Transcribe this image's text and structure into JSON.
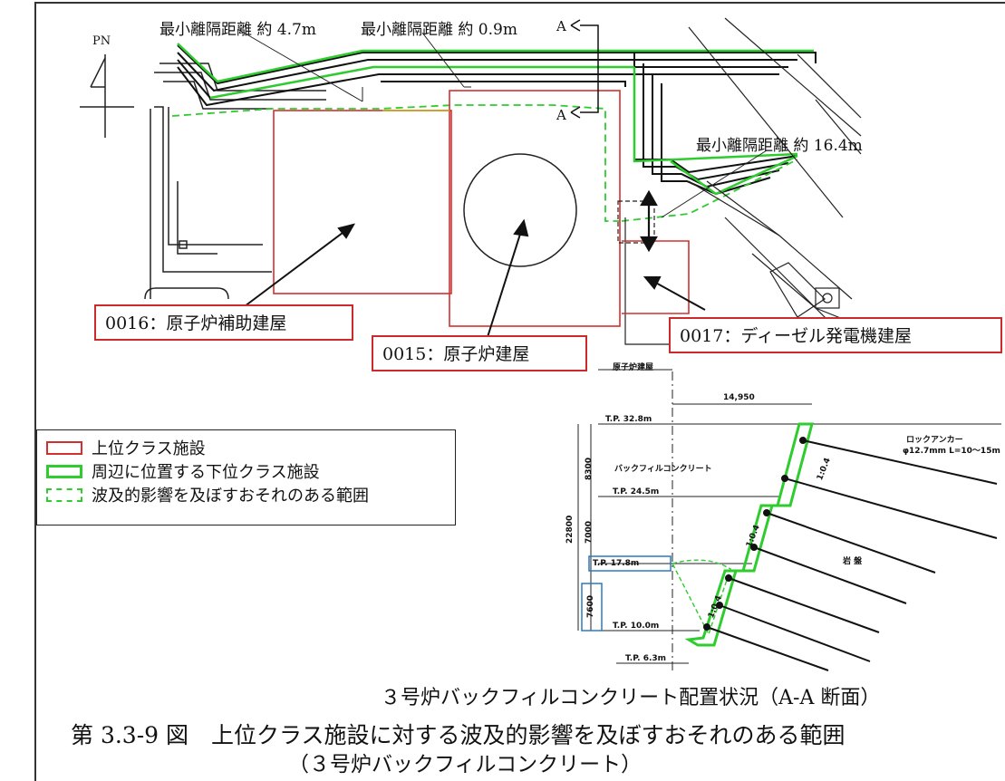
{
  "north_label": "PN",
  "dimensions": {
    "d1": "最小離隔距離 約 4.7m",
    "d2": "最小離隔距離 約 0.9m",
    "d3": "最小離隔距離 約 16.4m"
  },
  "section_marks": {
    "upper": "A",
    "lower": "A"
  },
  "buildings": {
    "aux": "0016：原子炉補助建屋",
    "reactor": "0015：原子炉建屋",
    "diesel": "0017：ディーゼル発電機建屋"
  },
  "legend": [
    {
      "label": "上位クラス施設",
      "style": "red-solid",
      "color": "#d23030"
    },
    {
      "label": "周辺に位置する下位クラス施設",
      "style": "green-solid",
      "color": "#2ecc2e"
    },
    {
      "label": "波及的影響を及ぼすおそれのある範囲",
      "style": "green-dashed",
      "color": "#2ecc2e"
    }
  ],
  "section": {
    "building_label": "原子炉建屋",
    "width": "14,950",
    "tp_top": "T.P. 32.8m",
    "tp_2": "T.P. 24.5m",
    "tp_3": "T.P. 17.8m",
    "tp_4": "T.P. 10.0m",
    "tp_5": "T.P. 6.3m",
    "h_total": "22800",
    "h1": "8300",
    "h2": "7000",
    "h3": "7600",
    "backfill": "バックフィルコンクリート",
    "anchor": "ロックアンカー",
    "anchor_spec": "φ12.7mm L=10～15m",
    "rock": "岩 盤",
    "slope1": "1:0.4",
    "slope2": "1:0.4",
    "slope3": "1:0.4"
  },
  "caption": "３号炉バックフィルコンクリート配置状況（A-A 断面）",
  "figure_title": "第 3.3-9 図　上位クラス施設に対する波及的影響を及ぼすおそれのある範囲",
  "figure_subtitle": "（３号炉バックフィルコンクリート）"
}
